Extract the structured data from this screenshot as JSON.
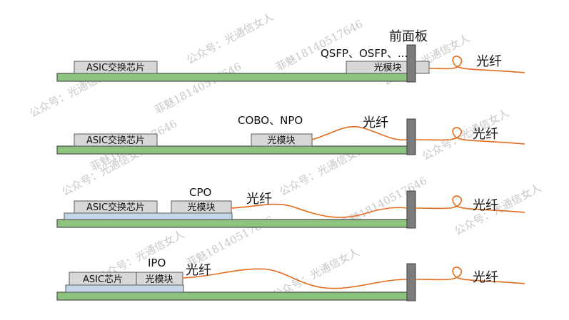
{
  "front_panel_label": "前面板",
  "fiber_label": "光纤",
  "watermark": {
    "account": "公众号：光通信女人",
    "contact": "菲魅18140517646"
  },
  "rows": [
    {
      "switch_chip": "ASIC交换芯片",
      "module": "光模块",
      "form_factor": "QSFP、OSFP、..."
    },
    {
      "switch_chip": "ASIC交换芯片",
      "module": "光模块",
      "form_factor": "COBO、NPO"
    },
    {
      "switch_chip": "ASIC交换芯片",
      "module": "光模块",
      "form_factor": "CPO"
    },
    {
      "switch_chip": "ASIC芯片",
      "module": "光模块",
      "form_factor": "IPO"
    }
  ],
  "colors": {
    "board": "#8cc37e",
    "board_border": "#4c4c4c",
    "chip": "#d8d8d8",
    "substrate": "#c5d5ea",
    "panel": "#7c7c7c",
    "fiber": "#e46c1c"
  }
}
